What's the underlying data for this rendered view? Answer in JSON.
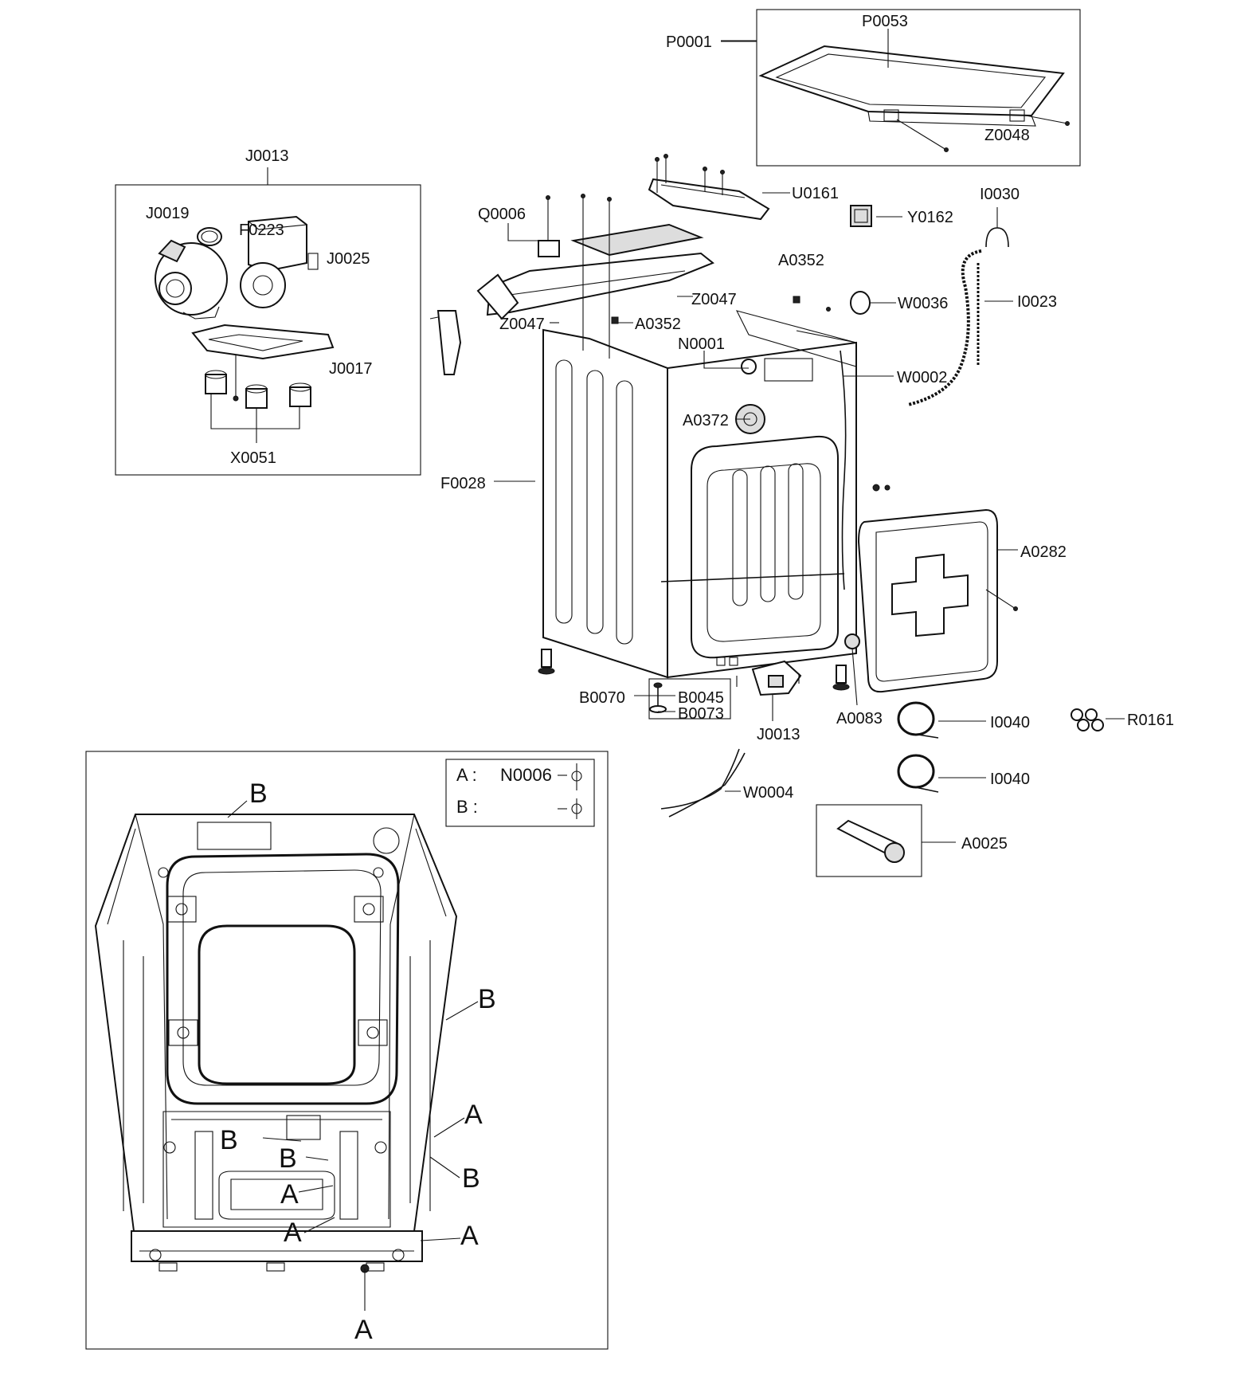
{
  "callouts": {
    "P0001": "P0001",
    "P0053": "P0053",
    "Z0048": "Z0048",
    "J0013_box": "J0013",
    "J0019": "J0019",
    "F0223": "F0223",
    "J0025": "J0025",
    "J0017": "J0017",
    "X0051": "X0051",
    "U0161": "U0161",
    "Y0162": "Y0162",
    "I0030": "I0030",
    "Q0006": "Q0006",
    "A0352_top": "A0352",
    "Z0047_right": "Z0047",
    "W0036": "W0036",
    "I0023": "I0023",
    "Z0047_left": "Z0047",
    "A0352_mid": "A0352",
    "N0001": "N0001",
    "W0002": "W0002",
    "A0372": "A0372",
    "F0028": "F0028",
    "A0282": "A0282",
    "B0070": "B0070",
    "B0045": "B0045",
    "B0073": "B0073",
    "J0013_pump": "J0013",
    "A0083": "A0083",
    "I0040_a": "I0040",
    "R0161": "R0161",
    "I0040_b": "I0040",
    "W0004": "W0004",
    "A0025": "A0025"
  },
  "legend": {
    "a_key": "A :",
    "a_part": "N0006",
    "b_key": "B :"
  },
  "frame_markers": {
    "B_top": "B",
    "B_right_upper": "B",
    "A_right_1": "A",
    "B_right_lower": "B",
    "A_right_bottom": "A",
    "B_inner_1": "B",
    "B_inner_2": "B",
    "A_inner_1": "A",
    "A_inner_2": "A",
    "A_bottom": "A"
  }
}
